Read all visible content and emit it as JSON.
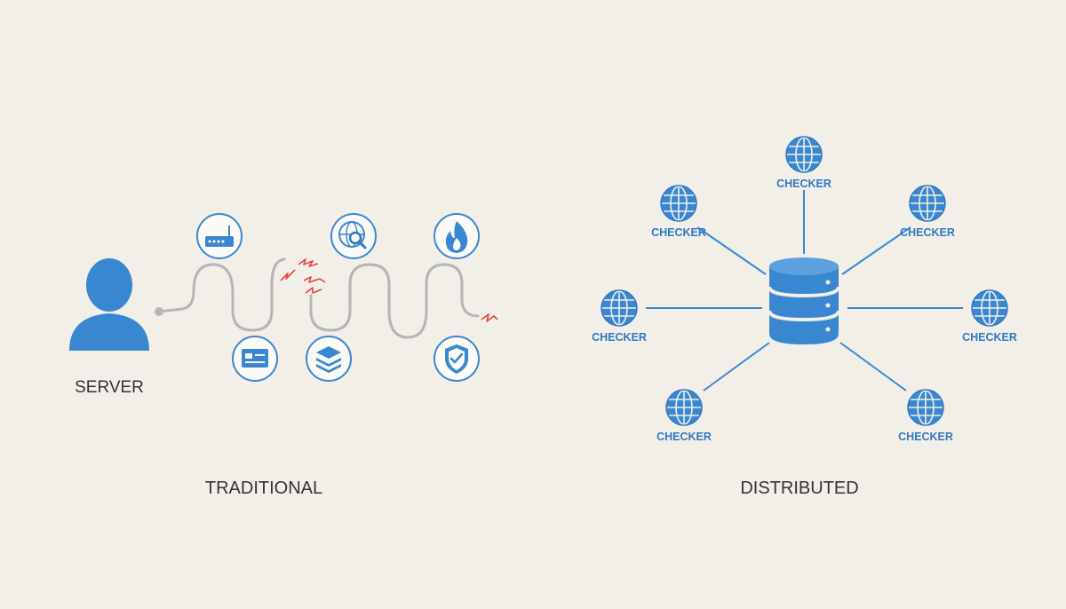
{
  "traditional": {
    "server_label": "SERVER",
    "section_label": "TRADITIONAL",
    "icons": [
      "router-icon",
      "network-search-icon",
      "firewall-icon",
      "card-icon",
      "layers-icon",
      "shield-check-icon"
    ]
  },
  "distributed": {
    "section_label": "DISTRIBUTED",
    "hub_icon": "database-icon",
    "checker_icon": "globe-icon",
    "checkers": [
      {
        "label": "CHECKER"
      },
      {
        "label": "CHECKER"
      },
      {
        "label": "CHECKER"
      },
      {
        "label": "CHECKER"
      },
      {
        "label": "CHECKER"
      },
      {
        "label": "CHECKER"
      },
      {
        "label": "CHECKER"
      }
    ]
  },
  "colors": {
    "background": "#f2efe8",
    "accent_blue": "#3a87d1",
    "dark_blue": "#2f78c2",
    "path_gray": "#b5b5b5",
    "break_red": "#e2473f",
    "label_dark": "#333333"
  }
}
